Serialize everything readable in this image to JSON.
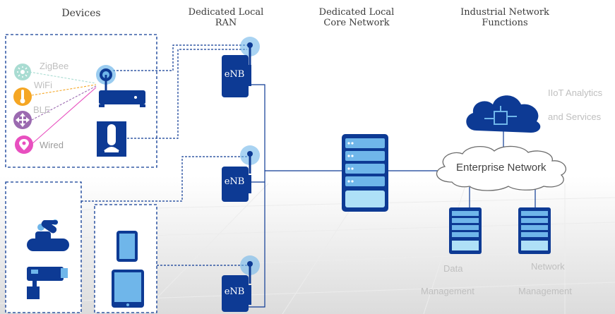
{
  "headers": {
    "devices": "Devices",
    "ran_line1": "Dedicated Local",
    "ran_line2": "RAN",
    "core_line1": "Dedicated Local",
    "core_line2": "Core Network",
    "inf_line1": "Industrial Network",
    "inf_line2": "Functions"
  },
  "devices": {
    "zigbee": "ZigBee",
    "wifi": "WiFi",
    "ble": "BLE",
    "wired": "Wired"
  },
  "enb_label": "eNB",
  "enterprise_network": "Enterprise Network",
  "iiot_line1": "IIoT Analytics",
  "iiot_line2": "and Services",
  "data_mgmt_line1": "Data",
  "data_mgmt_line2": "Management",
  "net_mgmt_line1": "Network",
  "net_mgmt_line2": "Management",
  "colors": {
    "primary": "#0d3a94",
    "zigbee": "#a9dcd2",
    "wifi": "#f5a623",
    "ble": "#9b6ab0",
    "wired": "#e84fbf"
  }
}
